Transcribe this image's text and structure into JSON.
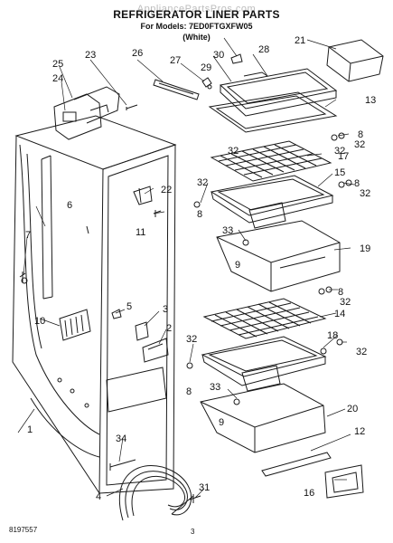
{
  "header": {
    "watermark": "AppliancePartsPros.com",
    "title": "REFRIGERATOR LINER PARTS",
    "model_line": "For Models: 7ED0FTGXFW05",
    "color_line": "(White)"
  },
  "footer": {
    "doc_number": "8197557",
    "page_number": "3"
  },
  "callouts": [
    "1",
    "2",
    "3",
    "4",
    "5",
    "6",
    "7",
    "8",
    "8",
    "8",
    "8",
    "8",
    "9",
    "9",
    "10",
    "11",
    "12",
    "13",
    "14",
    "15",
    "16",
    "17",
    "18",
    "19",
    "20",
    "21",
    "22",
    "23",
    "24",
    "25",
    "26",
    "27",
    "28",
    "29",
    "30",
    "31",
    "32",
    "32",
    "32",
    "32",
    "32",
    "32",
    "32",
    "32",
    "33",
    "33",
    "34"
  ],
  "line_color": "#1a1a1a"
}
